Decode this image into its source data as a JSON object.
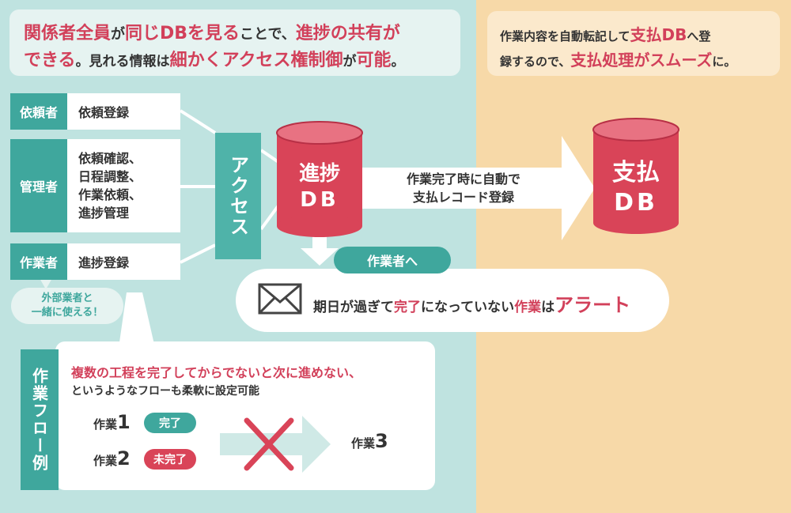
{
  "top_left": {
    "line1_hl1": "関係者全員",
    "line1_t1": "が",
    "line1_hl2": "同じDBを見る",
    "line1_t2": "ことで、",
    "line1_hl3": "進捗の共有が",
    "line2_hl1": "できる",
    "line2_t1": "。見れる情報は",
    "line2_hl2": "細かくアクセス権制御",
    "line2_t2": "が",
    "line2_hl3": "可能",
    "line2_t3": "。"
  },
  "top_right": {
    "line1_t1": "作業内容を自動転記して",
    "line1_hl": "支払DB",
    "line1_t2": "へ登",
    "line2_t1": "録するので、",
    "line2_hl": "支払処理がスムーズ",
    "line2_t2": "に。"
  },
  "roles": [
    {
      "tag": "依頼者",
      "lines": [
        "依頼登録"
      ]
    },
    {
      "tag": "管理者",
      "lines": [
        "依頼確認、",
        "日程調整、",
        "作業依頼、",
        "進捗管理"
      ]
    },
    {
      "tag": "作業者",
      "lines": [
        "進捗登録"
      ]
    }
  ],
  "external_note": {
    "line1": "外部業者と",
    "line2": "一緒に使える！"
  },
  "access_label": "アクセス",
  "progress_db": {
    "line1": "進捗",
    "line2": "DB"
  },
  "payment_db": {
    "line1": "支払",
    "line2": "DB"
  },
  "auto_arrow": {
    "line1": "作業完了時に自動で",
    "line2": "支払レコード登録"
  },
  "alert": {
    "to_worker": "作業者へ",
    "t1": "期日が過ぎて",
    "hl1": "完了",
    "t2": "になっていない",
    "hl2": "作業",
    "t3": "は",
    "hl3": "アラート"
  },
  "flow": {
    "tag": "作業フロー例",
    "title": "複数の工程を完了してからでないと次に進めない、",
    "subtitle": "というようなフローも柔軟に設定可能",
    "task1_label": "作業",
    "task1_num": "1",
    "task1_status": "完了",
    "task2_label": "作業",
    "task2_num": "2",
    "task2_status": "未完了",
    "task3_label": "作業",
    "task3_num": "3"
  },
  "colors": {
    "teal": "#3fa79d",
    "teal_light": "#bfe3e0",
    "orange_bg": "#f7d9a8",
    "db_red": "#d94458",
    "highlight": "#d2405a"
  }
}
